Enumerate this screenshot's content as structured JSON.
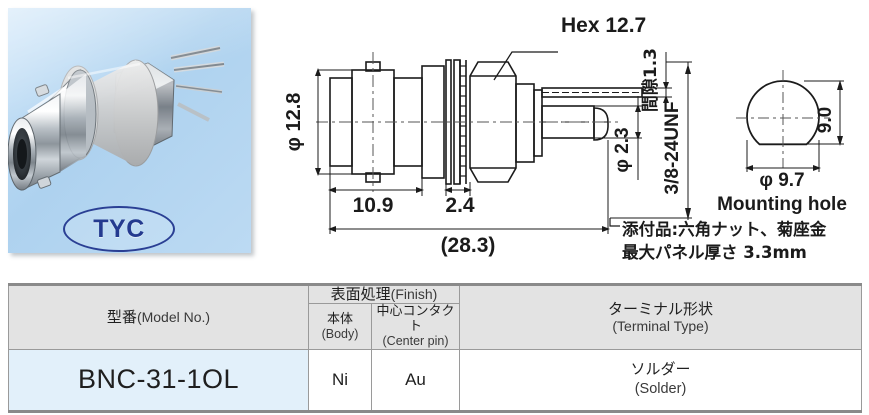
{
  "photo": {
    "alt": "BNC bulkhead jack receptacle connector photo",
    "logo_text": "TYC",
    "background_color": "#aed2ef"
  },
  "drawing": {
    "dimensions": {
      "hex": "Hex 12.7",
      "gap_vertical": "間隙1.3",
      "body_diameter": "φ 12.8",
      "pin_diameter": "φ 2.3",
      "thread": "3/8-24UNF",
      "front_length": "10.9",
      "nut_thickness": "2.4",
      "overall_length": "(28.3)",
      "hole_diameter": "φ 9.7",
      "hole_flat": "9.0",
      "mounting_hole_label": "Mounting hole"
    },
    "notes": [
      "添付品:六角ナット、菊座金",
      "最大パネル厚さ  3.3mm"
    ]
  },
  "table": {
    "headers": {
      "model_jp": "型番",
      "model_en": "(Model No.)",
      "finish_jp": "表面処理",
      "finish_en": "(Finish)",
      "body_jp": "本体",
      "body_en": "(Body)",
      "center_jp": "中心コンタクト",
      "center_en": "(Center pin)",
      "terminal_jp": "ターミナル形状",
      "terminal_en": "(Terminal Type)"
    },
    "rows": [
      {
        "model": "BNC-31-1OL",
        "body_finish": "Ni",
        "center_finish": "Au",
        "terminal_jp": "ソルダー",
        "terminal_en": "(Solder)"
      }
    ]
  }
}
